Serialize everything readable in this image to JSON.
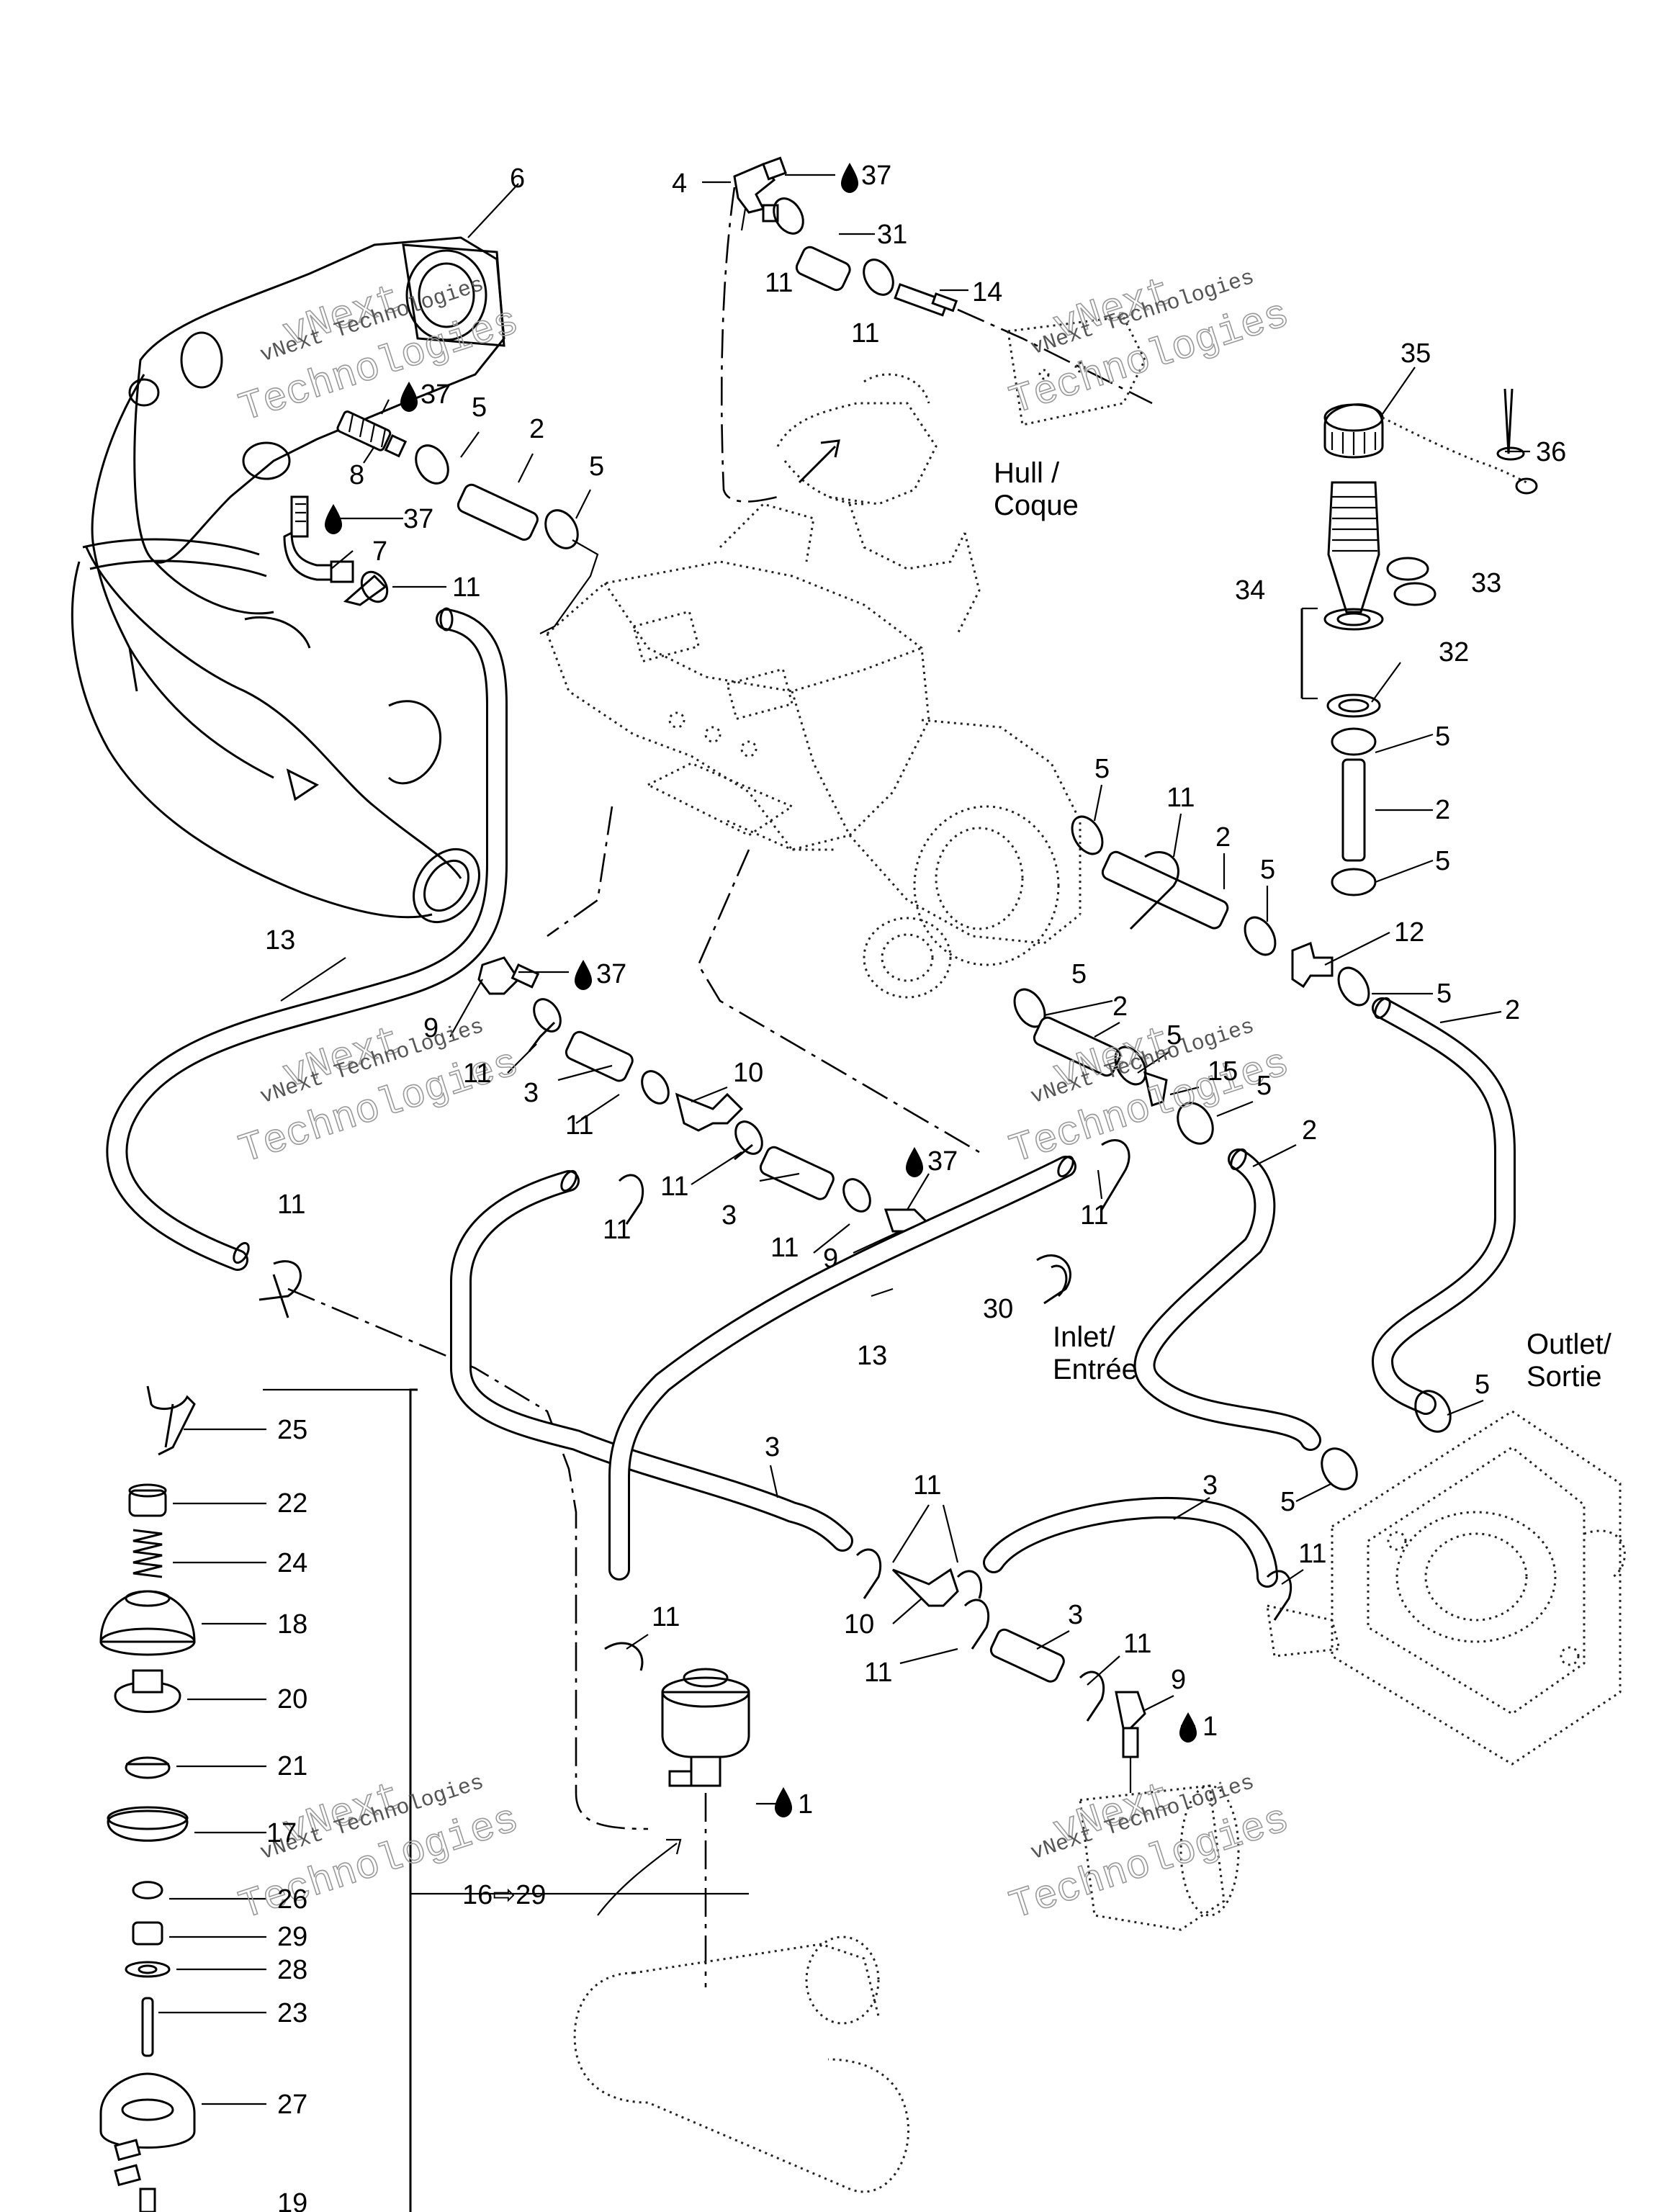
{
  "area_labels": {
    "hull_1": "Hull /",
    "hull_2": "Coque",
    "inlet_1": "Inlet/",
    "inlet_2": "Entrée",
    "outlet_1": "Outlet/",
    "outlet_2": "Sortie"
  },
  "watermarks": [
    {
      "line1": "vNext",
      "line2": "vNext Technologies",
      "line3": "Technologies"
    },
    {
      "line1": "vNext",
      "line2": "vNext Technologies",
      "line3": "Technologies"
    },
    {
      "line1": "vNext",
      "line2": "vNext Technologies",
      "line3": "Technologies"
    },
    {
      "line1": "vNext",
      "line2": "vNext Technologies",
      "line3": "Technologies"
    },
    {
      "line1": "vNext",
      "line2": "vNext Technologies",
      "line3": "Technologies"
    },
    {
      "line1": "vNext",
      "line2": "vNext Technologies",
      "line3": "Technologies"
    }
  ],
  "callouts": {
    "c4": "4",
    "c37a": "37",
    "c31": "31",
    "c11a": "11",
    "c14": "14",
    "c11b": "11",
    "c6": "6",
    "c37b": "37",
    "c5a": "5",
    "c2a": "2",
    "c8": "8",
    "c5b": "5",
    "c37c": "37",
    "c7": "7",
    "c11c": "11",
    "c35": "35",
    "c36": "36",
    "c34": "34",
    "c33": "33",
    "c32": "32",
    "c5c": "5",
    "c2b": "2",
    "c5d": "5",
    "c5e": "5",
    "c11d": "11",
    "c2c": "2",
    "c5f": "5",
    "c12": "12",
    "c5g": "5",
    "c2d": "2",
    "c13a": "13",
    "c37d": "37",
    "c9a": "9",
    "c11e": "11",
    "c3a": "3",
    "c10a": "10",
    "c11f": "11",
    "c11g": "11",
    "c11h": "11",
    "c3b": "3",
    "c37e": "37",
    "c11i": "11",
    "c9b": "9",
    "c5h": "5",
    "c2e": "2",
    "c5i": "5",
    "c15": "15",
    "c5j": "5",
    "c2f": "2",
    "c11j": "11",
    "c30": "30",
    "c13b": "13",
    "c11k": "11",
    "c5k": "5",
    "c5l": "5",
    "c3c": "3",
    "c11l": "11",
    "c3d": "3",
    "c11m": "11",
    "c10b": "10",
    "c3e": "3",
    "c11n": "11",
    "c11o": "11",
    "c9c": "9",
    "c1a": "1",
    "c11p": "11",
    "c1b": "1",
    "c16_29": "16⇨29",
    "c25": "25",
    "c22": "22",
    "c24": "24",
    "c18": "18",
    "c20": "20",
    "c21": "21",
    "c17": "17",
    "c26": "26",
    "c29": "29",
    "c28": "28",
    "c23": "23",
    "c27": "27",
    "c19": "19"
  }
}
